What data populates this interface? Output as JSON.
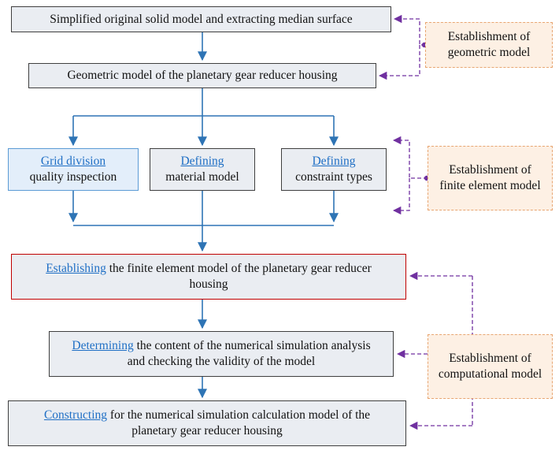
{
  "flow": {
    "simplified": {
      "text": "Simplified original solid model and extracting median surface"
    },
    "geometric": {
      "text": "Geometric model of the planetary gear reducer housing"
    },
    "grid": {
      "link": "Grid division",
      "rest": "quality inspection"
    },
    "material": {
      "link": "Defining",
      "rest": "material model"
    },
    "constraint": {
      "link": "Defining",
      "rest": "constraint types"
    },
    "establishing": {
      "link": "Establishing",
      "rest": " the finite element model of the planetary gear reducer housing"
    },
    "determining": {
      "link": "Determining",
      "rest": " the content of the numerical simulation analysis and checking the validity of the model"
    },
    "constructing": {
      "link": "Constructing",
      "rest": " for the numerical simulation calculation model of the planetary gear reducer housing"
    }
  },
  "annotations": {
    "geometric": "Establishment of geometric model",
    "finite": "Establishment of finite element model",
    "computational": "Establishment of computational model"
  },
  "colors": {
    "flow_arrow": "#2e74b5",
    "dashed_connector": "#7030a0",
    "annotation_border": "#e8a672",
    "annotation_fill": "#fdf0e4",
    "node_fill": "#eaedf2",
    "grid_node_fill": "#e3eefa",
    "grid_node_border": "#5b9bd5",
    "highlight_border": "#c00000",
    "link_text": "#1f6fc5"
  }
}
